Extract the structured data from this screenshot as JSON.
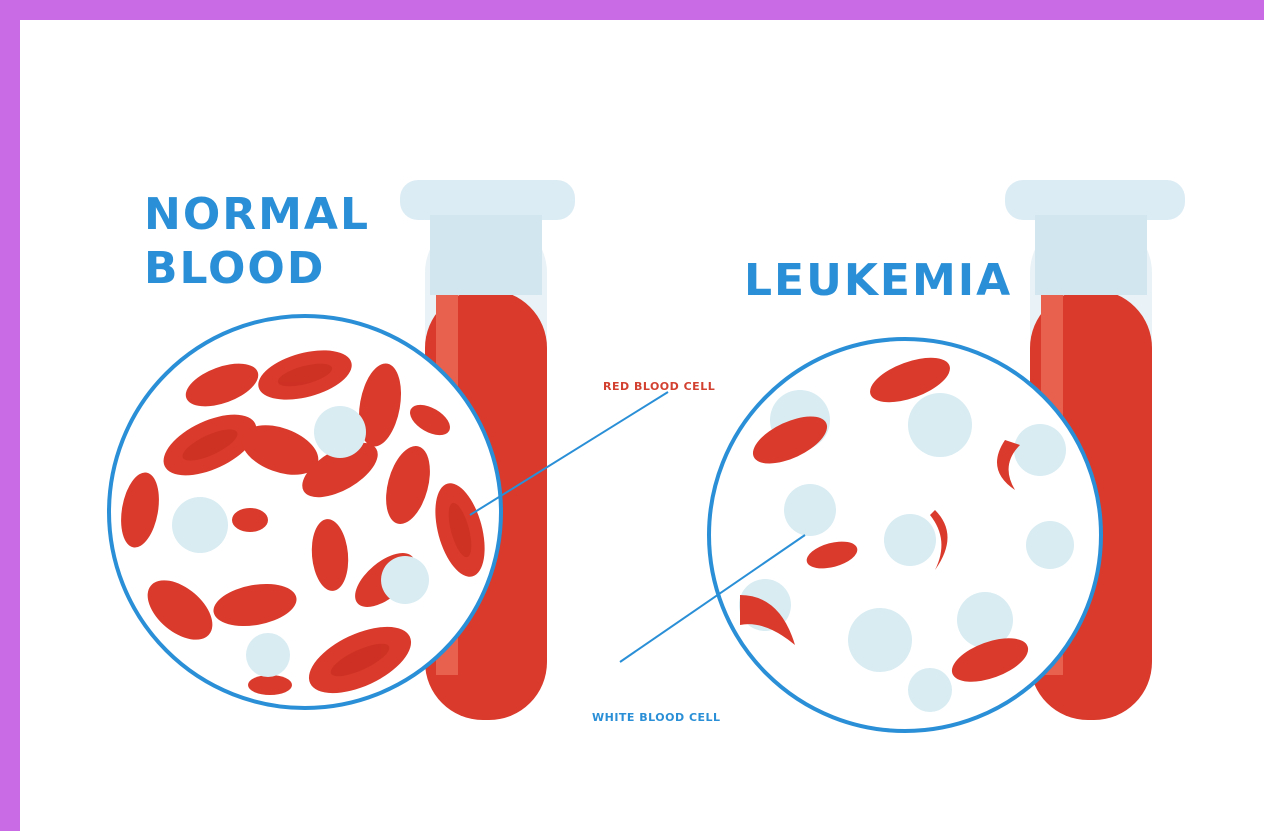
{
  "titles": {
    "left_line1": "NORMAL",
    "left_line2": "BLOOD",
    "right": "LEUKEMIA"
  },
  "labels": {
    "red_cell": "RED BLOOD CELL",
    "white_cell": "WHITE BLOOD CELL"
  },
  "colors": {
    "frame": "#ca6be6",
    "title_blue": "#2a8fd6",
    "blood_red": "#d93a2b",
    "tube_cap": "#dcecf4",
    "white_cell": "#d8ecf2"
  }
}
